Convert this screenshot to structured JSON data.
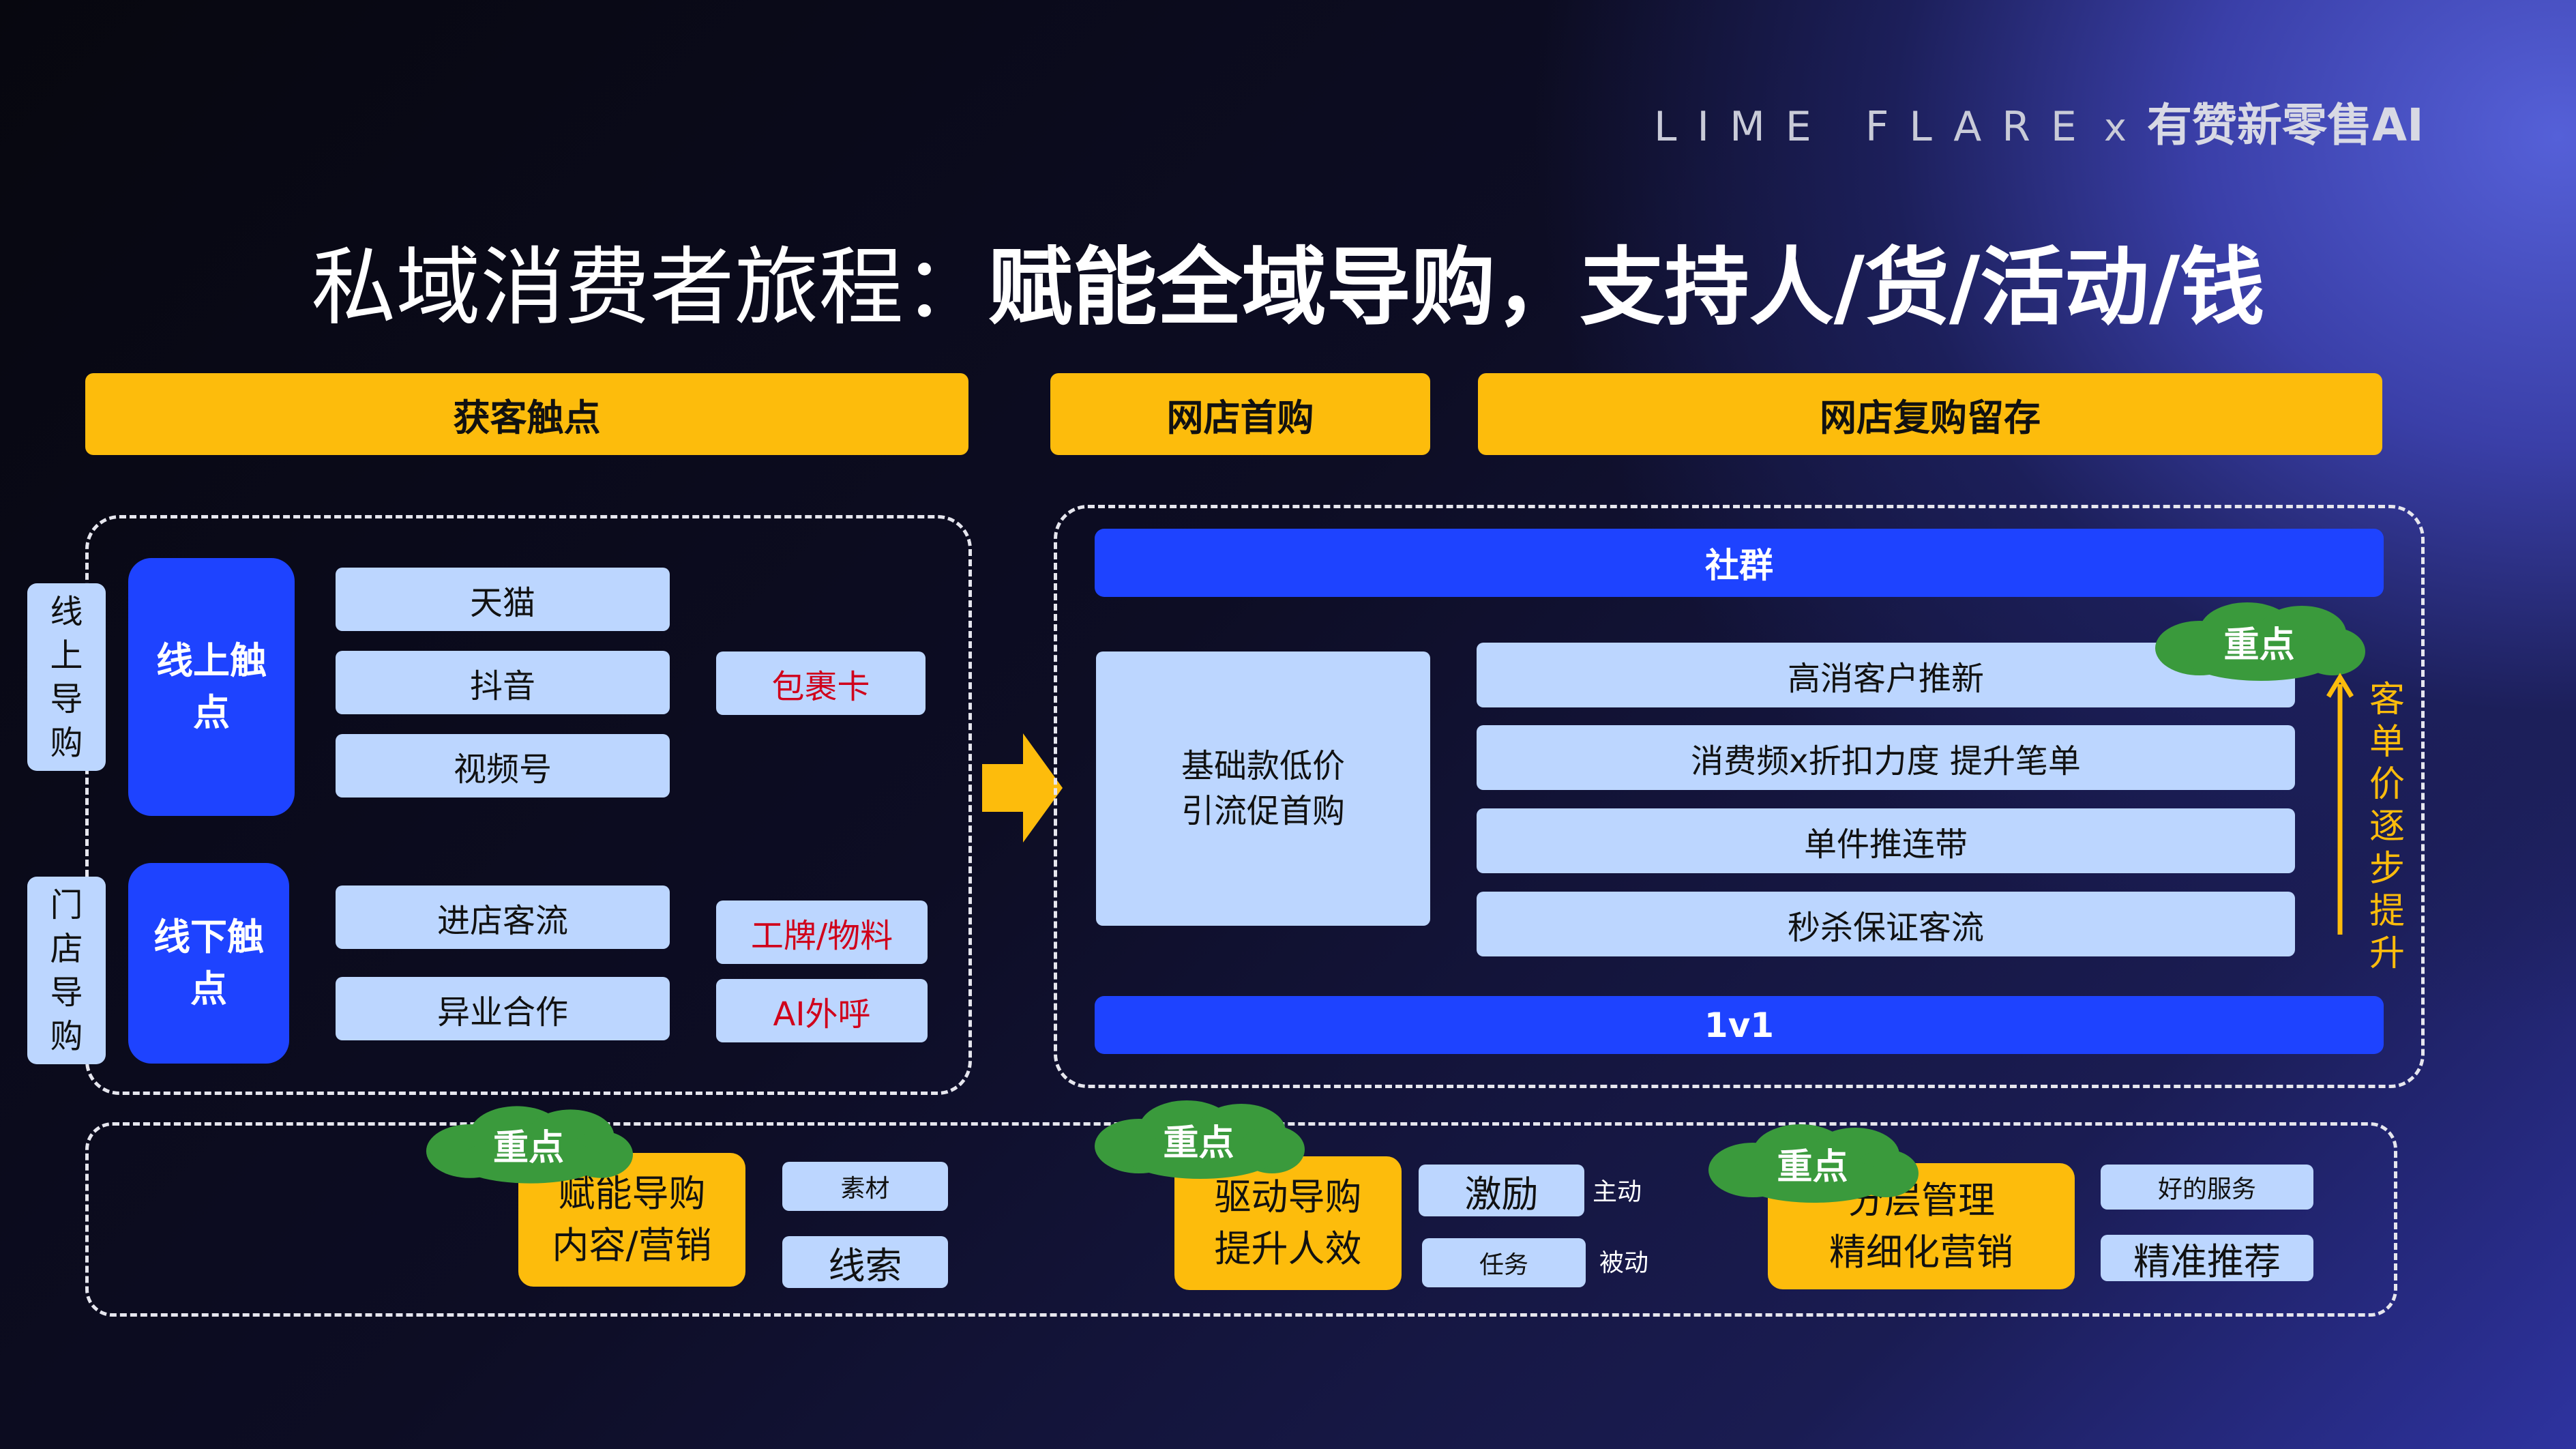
{
  "brand": {
    "left": "LIME FLARE",
    "x": "x",
    "right": "有赞新零售AI"
  },
  "title": {
    "part1": "私域消费者旅程：",
    "part2": "赋能全域导购，支持人/货/活动/钱"
  },
  "headers": {
    "acquire": "获客触点",
    "first_purchase": "网店首购",
    "repurchase": "网店复购留存"
  },
  "left_panel": {
    "side_online": [
      "线",
      "上",
      "导",
      "购"
    ],
    "side_store": [
      "门",
      "店",
      "导",
      "购"
    ],
    "online_touch": [
      "线上触",
      "点"
    ],
    "offline_touch": [
      "线下触",
      "点"
    ],
    "online_channels": [
      "天猫",
      "抖音",
      "视频号"
    ],
    "offline_channels": [
      "进店客流",
      "异业合作"
    ],
    "red_tags": [
      "包裹卡",
      "工牌/物料",
      "AI外呼"
    ]
  },
  "right_panel": {
    "community": "社群",
    "one_on_one": "1v1",
    "base_offer": [
      "基础款低价",
      "引流促首购"
    ],
    "tactics": [
      "高消客户推新",
      "消费频x折扣力度 提升笔单",
      "单件推连带",
      "秒杀保证客流"
    ],
    "arrow_label": [
      "客",
      "单",
      "价",
      "逐",
      "步",
      "提",
      "升"
    ]
  },
  "key_label": "重点",
  "bottom": {
    "box1": [
      "赋能导购",
      "内容/营销"
    ],
    "box1_tags": [
      "素材",
      "线索"
    ],
    "box2": [
      "驱动导购",
      "提升人效"
    ],
    "box2_tags": [
      "激励",
      "任务"
    ],
    "box2_notes": [
      "主动",
      "被动"
    ],
    "box3": [
      "分层管理",
      "精细化营销"
    ],
    "box3_tags": [
      "好的服务",
      "精准推荐"
    ]
  },
  "colors": {
    "accent_yellow": "#fdbc0c",
    "accent_blue": "#1e43ff",
    "light_blue": "#bcd6ff",
    "cloud_green": "#3a9a3c",
    "red_text": "#d0021b"
  }
}
